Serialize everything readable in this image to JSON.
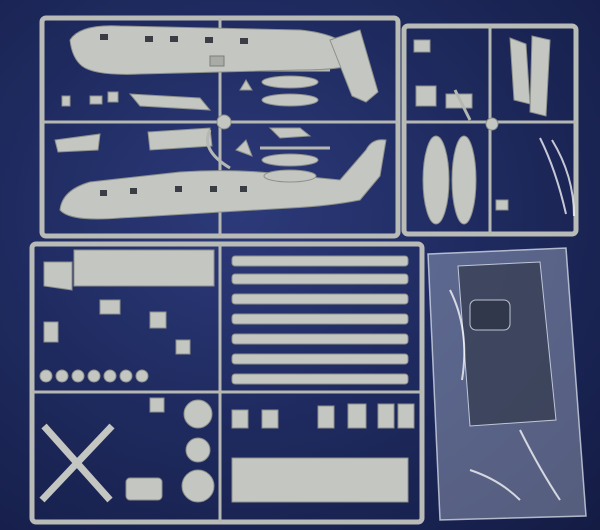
{
  "photo": {
    "colors": {
      "background_cloth": "#1f2b60",
      "plastic": "#c4c7c1",
      "clear_bag": "#cdd7e6"
    },
    "subjects": [
      "helicopter-fuselage-sprue",
      "small-parts-sprue",
      "rotor-blades-sprue",
      "clear-parts-bag"
    ]
  }
}
